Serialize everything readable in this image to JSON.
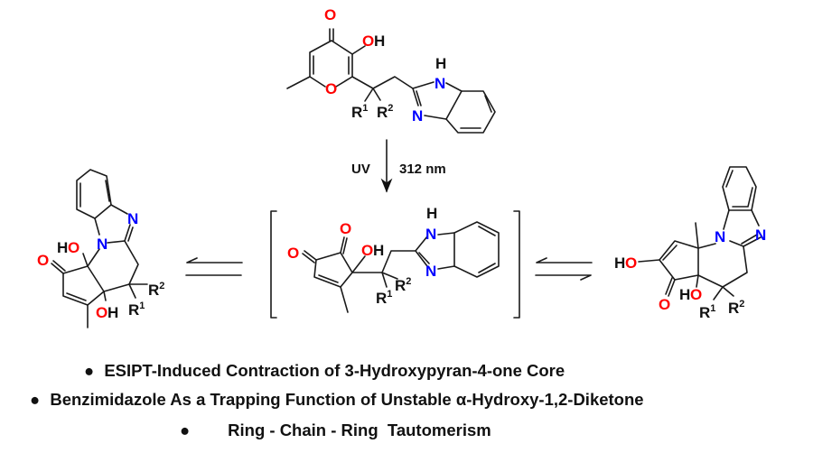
{
  "atoms": {
    "O": "O",
    "OH": "OH",
    "HO_H": "H",
    "N": "N",
    "H": "H",
    "R": "R",
    "one": "1",
    "two": "2"
  },
  "reaction": {
    "condition_left": "UV",
    "condition_right": "312 nm"
  },
  "bullets": [
    {
      "icon": "bullet-icon",
      "text": "ESIPT-Induced Contraction of 3-Hydroxypyran-4-one Core"
    },
    {
      "icon": "bullet-icon",
      "text": "Benzimidazole As a Trapping Function of Unstable α-Hydroxy-1,2-Diketone"
    },
    {
      "icon": "bullet-icon",
      "text": "Ring - Chain - Ring  Tautomerism"
    }
  ],
  "bullet_glyph": "●"
}
